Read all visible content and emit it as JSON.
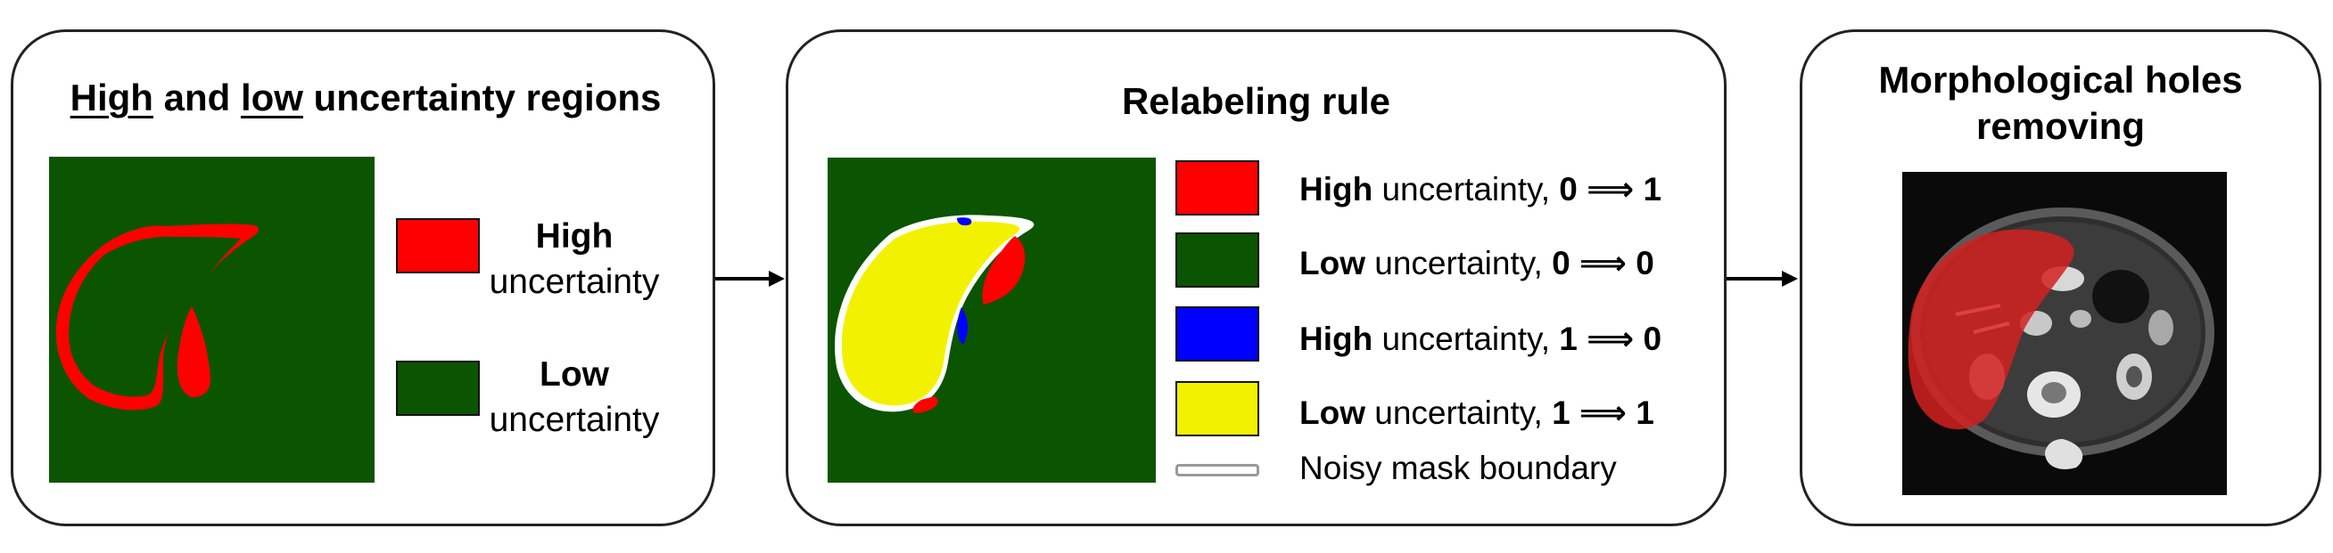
{
  "panels": [
    {
      "title_parts": {
        "w1": "High",
        "w2": " and ",
        "w3": "low",
        "w4": " uncertainty regions"
      },
      "legend": [
        {
          "color": "#ff0000",
          "bold": "High",
          "rest": "uncertainty"
        },
        {
          "color": "#0b5400",
          "bold": "Low",
          "rest": "uncertainty"
        }
      ]
    },
    {
      "title": "Relabeling rule",
      "legend": [
        {
          "color": "#ff0000",
          "bold": "High",
          "rest": " uncertainty, ",
          "rule": "0 ⟹ 1"
        },
        {
          "color": "#0b5400",
          "bold": "Low",
          "rest": " uncertainty, ",
          "rule": "0 ⟹ 0"
        },
        {
          "color": "#0000ff",
          "bold": "High",
          "rest": " uncertainty, ",
          "rule": "1 ⟹ 0"
        },
        {
          "color": "#f2f200",
          "bold": "Low",
          "rest": " uncertainty, ",
          "rule": "1 ⟹ 1"
        },
        {
          "color": "#ffffff",
          "bold": "",
          "rest": "Noisy mask boundary",
          "rule": ""
        }
      ]
    },
    {
      "title_line1": "Morphological holes",
      "title_line2": "removing"
    }
  ],
  "colors": {
    "high": "#ff0000",
    "low": "#0b5400",
    "blue": "#0000ff",
    "yellow": "#f2f200",
    "ct_bg": "#0a0a0a"
  }
}
